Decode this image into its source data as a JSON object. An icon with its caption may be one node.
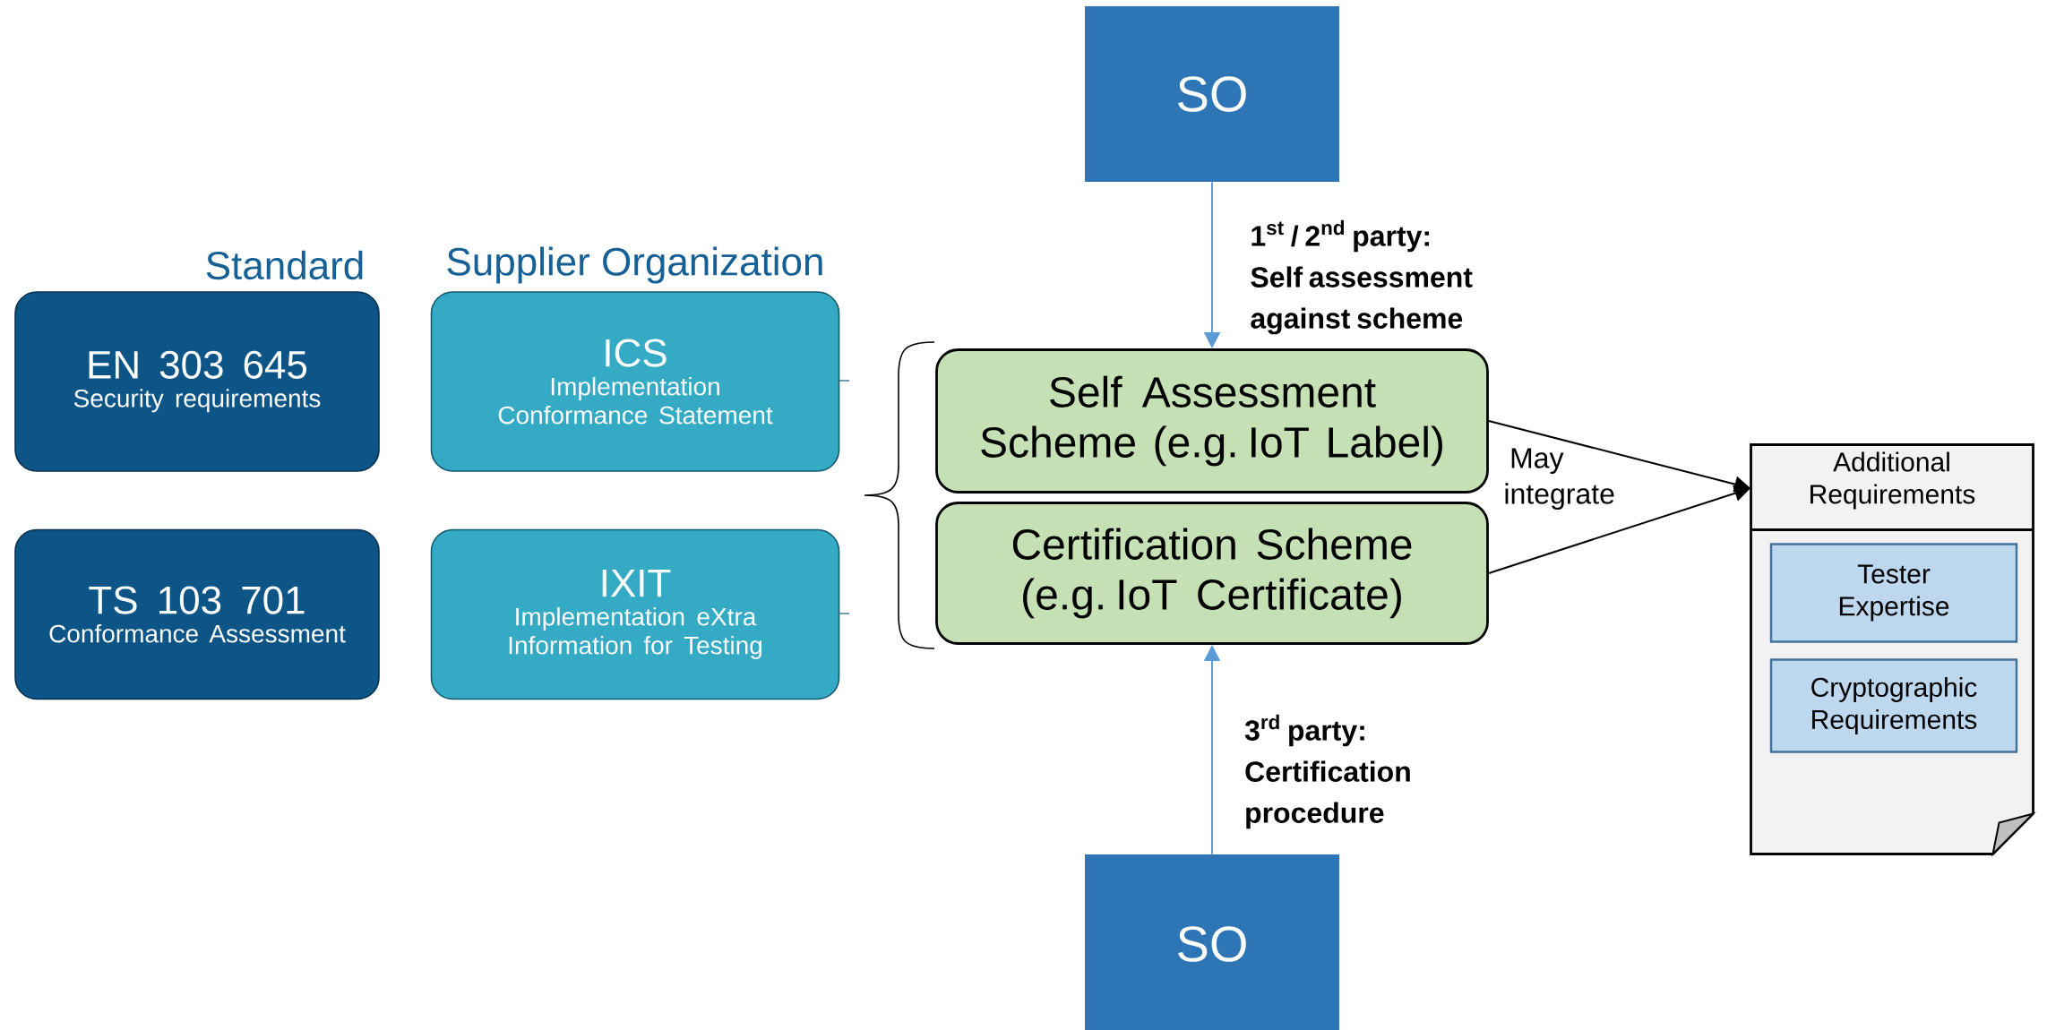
{
  "diagram": {
    "nodes": [
      {
        "text": [
          "EN 303 645",
          "Security requirements"
        ]
      },
      {
        "text": [
          "TS 103 701",
          "Conformance Assessment"
        ]
      },
      {
        "text": [
          "ICS",
          "Implementation Conformance Statement"
        ]
      },
      {
        "text": [
          "IXIT",
          "Implementation eXtra Information for Testing"
        ]
      },
      {
        "text": [
          "SO"
        ]
      },
      {
        "text": [
          "Self Assessment Scheme (e.g. IoT Label)"
        ]
      },
      {
        "text": [
          "Certification Scheme (e.g. IoT Certificate)"
        ]
      },
      {
        "text": [
          "Additional Requirements"
        ]
      },
      {
        "text": [
          "Tester Expertise"
        ],
        "in": 7
      },
      {
        "text": [
          "Cryptographic Requirements"
        ],
        "in": 7
      },
      {
        "text": [
          "SO"
        ]
      }
    ],
    "edges": [
      {
        "from": 4,
        "to": 5,
        "arrow": "to",
        "color": "#5b9bd5",
        "label": "\\begin{array}{l}\\textbf{1\\textsuperscript{st} / 2\\textsuperscript{nd} party:}\\\\ \\textbf{Self assessment}\\\\ \\textbf{against scheme}\\end{array}"
      },
      {
        "from": 10,
        "to": 6,
        "arrow": "to",
        "color": "#5b9bd5",
        "label": "\\begin{array}{l}\\textbf{3\\textsuperscript{rd} party:}\\\\ \\textbf{Certification}\\\\ \\textbf{procedure}\\end{array}"
      },
      {
        "from": 5,
        "to": 7,
        "arrow": "to",
        "color": "#000000",
        "label": "May integrate"
      },
      {
        "from": 6,
        "to": 7,
        "arrow": "to",
        "color": "#000000"
      }
    ],
    "labels": [
      "Standard",
      "Supplier Organization"
    ]
  }
}
